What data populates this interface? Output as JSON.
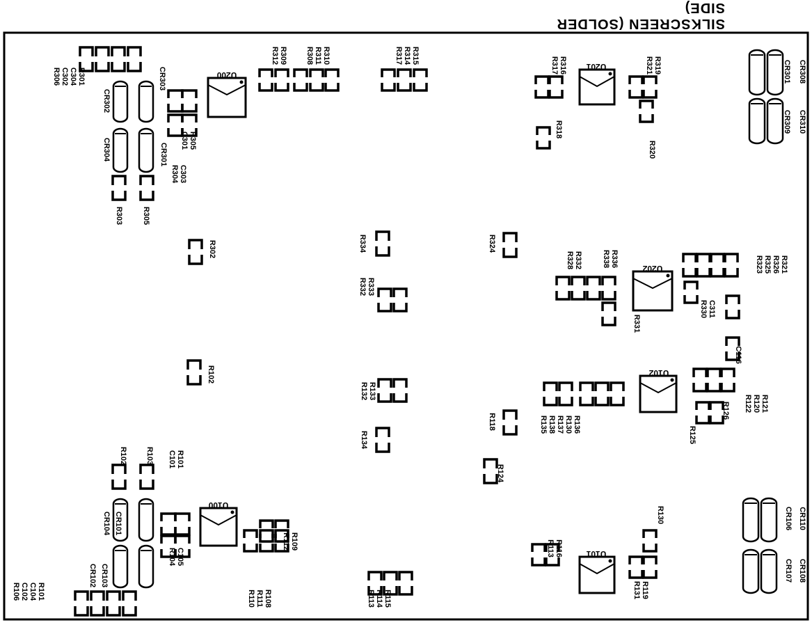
{
  "title": "SILKSCREEN (SOLDER SIDE)",
  "colors": {
    "ink": "#000000",
    "paper": "#ffffff"
  },
  "ics": [
    {
      "id": "u200",
      "label": "U200"
    },
    {
      "id": "u201",
      "label": "U201"
    },
    {
      "id": "u202",
      "label": "U202"
    },
    {
      "id": "u102",
      "label": "U102"
    },
    {
      "id": "u100",
      "label": "U100"
    },
    {
      "id": "u101",
      "label": "U101"
    }
  ],
  "diodes": [
    {
      "id": "cr302",
      "label": "CR302"
    },
    {
      "id": "cr304",
      "label": "CR304"
    },
    {
      "id": "cr303",
      "label": "CR303"
    },
    {
      "id": "cr301",
      "label": "CR301"
    },
    {
      "id": "cr301b",
      "label": "CR301"
    },
    {
      "id": "cr308",
      "label": "CR308"
    },
    {
      "id": "cr309",
      "label": "CR309"
    },
    {
      "id": "cr310",
      "label": "CR310"
    },
    {
      "id": "cr104",
      "label": "CR104"
    },
    {
      "id": "cr101",
      "label": "CR101"
    },
    {
      "id": "cr102",
      "label": "CR102"
    },
    {
      "id": "cr103",
      "label": "CR103"
    },
    {
      "id": "cr106",
      "label": "CR106"
    },
    {
      "id": "cr110",
      "label": "CR110"
    },
    {
      "id": "cr107",
      "label": "CR107"
    },
    {
      "id": "cr108",
      "label": "CR108"
    }
  ],
  "label_groups": [
    {
      "id": "tl-stack",
      "lines": [
        "R306",
        "C302",
        "C304",
        "R301"
      ]
    },
    {
      "id": "r312-r309",
      "lines": [
        "R312",
        "R309"
      ]
    },
    {
      "id": "r308-r311-r310",
      "lines": [
        "R308",
        "R311",
        "R310"
      ]
    },
    {
      "id": "r317-r314-r315",
      "lines": [
        "R317",
        "R314",
        "R315"
      ]
    },
    {
      "id": "r317b-r316",
      "lines": [
        "R317",
        "R316"
      ]
    },
    {
      "id": "r321-r319",
      "lines": [
        "R321",
        "R319"
      ]
    },
    {
      "id": "r318",
      "lines": [
        "R318"
      ]
    },
    {
      "id": "r320",
      "lines": [
        "R320"
      ]
    },
    {
      "id": "r302",
      "lines": [
        "R302"
      ]
    },
    {
      "id": "r303",
      "lines": [
        "R303"
      ]
    },
    {
      "id": "r304-c303",
      "lines": [
        "R304",
        "C303"
      ]
    },
    {
      "id": "c301-r305",
      "lines": [
        "C301",
        "R305"
      ]
    },
    {
      "id": "r305b",
      "lines": [
        "R305"
      ]
    },
    {
      "id": "r334",
      "lines": [
        "R334"
      ]
    },
    {
      "id": "r332-r333",
      "lines": [
        "R332",
        "R333"
      ]
    },
    {
      "id": "r324",
      "lines": [
        "R324"
      ]
    },
    {
      "id": "r328-r332",
      "lines": [
        "R328",
        "R332"
      ]
    },
    {
      "id": "r338-r336",
      "lines": [
        "R338",
        "R336"
      ]
    },
    {
      "id": "r323-stack",
      "lines": [
        "R323",
        "R325",
        "R326",
        "R321"
      ]
    },
    {
      "id": "r330-c311",
      "lines": [
        "R330",
        "C311"
      ]
    },
    {
      "id": "r331",
      "lines": [
        "R331"
      ]
    },
    {
      "id": "r102",
      "lines": [
        "R102"
      ]
    },
    {
      "id": "r132-r133",
      "lines": [
        "R132",
        "R133"
      ]
    },
    {
      "id": "r134",
      "lines": [
        "R134"
      ]
    },
    {
      "id": "r118",
      "lines": [
        "R118"
      ]
    },
    {
      "id": "r124",
      "lines": [
        "R124"
      ]
    },
    {
      "id": "r135-stack",
      "lines": [
        "R135",
        "R138",
        "R137",
        "R130",
        "R136"
      ]
    },
    {
      "id": "c116",
      "lines": [
        "C116"
      ]
    },
    {
      "id": "r122-stack",
      "lines": [
        "R122",
        "R120",
        "R121"
      ]
    },
    {
      "id": "r126",
      "lines": [
        "R126"
      ]
    },
    {
      "id": "r125",
      "lines": [
        "R125"
      ]
    },
    {
      "id": "r102b",
      "lines": [
        "R102"
      ]
    },
    {
      "id": "r103",
      "lines": [
        "R103"
      ]
    },
    {
      "id": "c101-r101",
      "lines": [
        "C101",
        "R101"
      ]
    },
    {
      "id": "r104-c105",
      "lines": [
        "R104",
        "C105"
      ]
    },
    {
      "id": "r112-r109",
      "lines": [
        "R112",
        "R109"
      ]
    },
    {
      "id": "r110-r111-r108",
      "lines": [
        "R110",
        "R111",
        "R108"
      ]
    },
    {
      "id": "r113-r114-r115",
      "lines": [
        "R113",
        "R114",
        "R115"
      ]
    },
    {
      "id": "r113b-r116",
      "lines": [
        "R113",
        "R116"
      ]
    },
    {
      "id": "r130",
      "lines": [
        "R130"
      ]
    },
    {
      "id": "r131-r119",
      "lines": [
        "R131",
        "R119"
      ]
    },
    {
      "id": "bl-stack",
      "lines": [
        "R106",
        "C102",
        "C104",
        "R101"
      ]
    }
  ]
}
